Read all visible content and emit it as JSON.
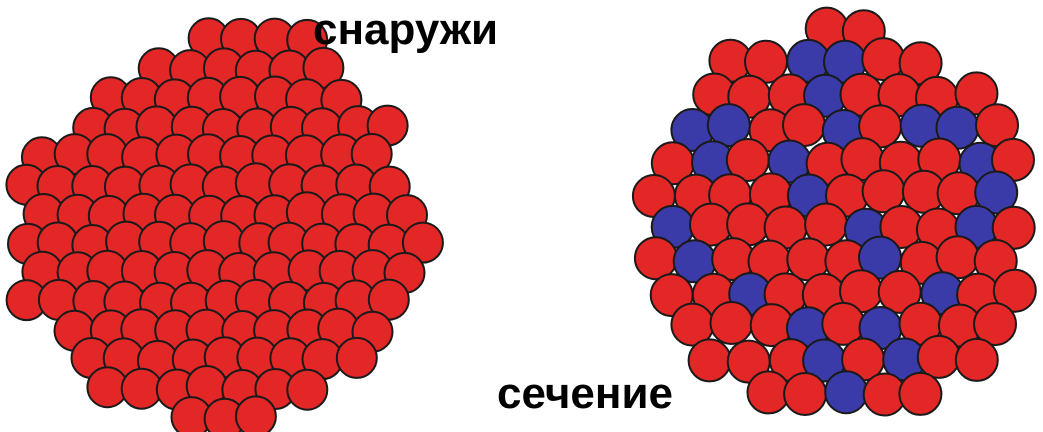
{
  "labels": {
    "outside": "снаружи",
    "section": "сечение"
  },
  "colors": {
    "atom_primary": "#e32626",
    "atom_secondary": "#3a3aa8",
    "outline": "#1a1a1a",
    "background": "#ffffff"
  },
  "panels": [
    {
      "id": "cluster-exterior",
      "view": "exterior",
      "atom_types": [
        "primary"
      ]
    },
    {
      "id": "cluster-cross-section",
      "view": "cross-section",
      "atom_types": [
        "primary",
        "secondary"
      ]
    }
  ]
}
